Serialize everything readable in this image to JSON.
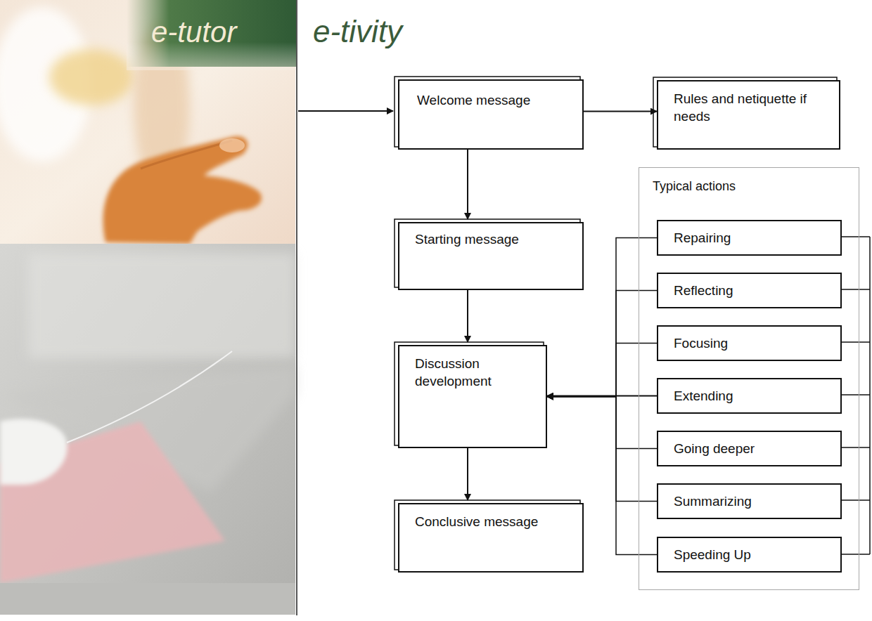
{
  "diagram": {
    "title": "e-tivity",
    "nodes": [
      {
        "text": [
          "Welcome message"
        ]
      },
      {
        "text": [
          "Rules and netiquette if needs"
        ]
      },
      {
        "text": [
          "Starting message"
        ]
      },
      {
        "text": [
          "Discussion development"
        ]
      },
      {
        "text": [
          "Conclusive message"
        ]
      },
      {
        "text": [
          "Typical actions"
        ]
      },
      {
        "text": [
          "Repairing"
        ],
        "in": 5
      },
      {
        "text": [
          "Reflecting"
        ],
        "in": 5
      },
      {
        "text": [
          "Focusing"
        ],
        "in": 5
      },
      {
        "text": [
          "Extending"
        ],
        "in": 5
      },
      {
        "text": [
          "Going deeper"
        ],
        "in": 5
      },
      {
        "text": [
          "Summarizing"
        ],
        "in": 5
      },
      {
        "text": [
          "Speeding Up"
        ],
        "in": 5
      }
    ],
    "edges": [
      {
        "from": 0,
        "to": 1,
        "arrow": "to"
      },
      {
        "from": 0,
        "to": 2,
        "arrow": "to"
      },
      {
        "from": 2,
        "to": 3,
        "arrow": "to"
      },
      {
        "from": 3,
        "to": 4,
        "arrow": "to"
      },
      {
        "from": 6,
        "to": 3,
        "arrow": "to"
      },
      {
        "from": 7,
        "to": 3,
        "arrow": "to"
      },
      {
        "from": 8,
        "to": 3,
        "arrow": "to"
      },
      {
        "from": 9,
        "to": 3,
        "arrow": "to"
      },
      {
        "from": 10,
        "to": 3,
        "arrow": "to"
      },
      {
        "from": 11,
        "to": 3,
        "arrow": "to"
      },
      {
        "from": 12,
        "to": 3,
        "arrow": "to"
      }
    ],
    "labels": [
      "e-tutor"
    ]
  }
}
